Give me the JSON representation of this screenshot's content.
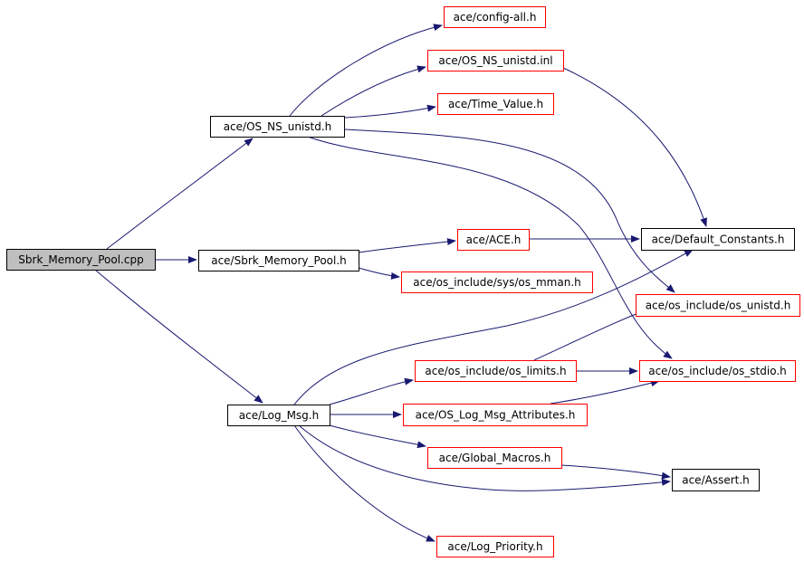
{
  "colors": {
    "edge": "#191970",
    "arrowhead": "#191970",
    "root_fill": "#bfbfbf",
    "documented_border": "#000000",
    "undocumented_border": "#ff0000",
    "node_fill": "#ffffff"
  },
  "nodes": [
    {
      "id": "sbrk_cpp",
      "label": "Sbrk_Memory_Pool.cpp",
      "kind": "root"
    },
    {
      "id": "os_ns_unistd_h",
      "label": "ace/OS_NS_unistd.h",
      "kind": "documented"
    },
    {
      "id": "sbrk_h",
      "label": "ace/Sbrk_Memory_Pool.h",
      "kind": "documented"
    },
    {
      "id": "log_msg_h",
      "label": "ace/Log_Msg.h",
      "kind": "documented"
    },
    {
      "id": "config_all_h",
      "label": "ace/config-all.h",
      "kind": "undocumented"
    },
    {
      "id": "os_ns_unistd_inl",
      "label": "ace/OS_NS_unistd.inl",
      "kind": "undocumented"
    },
    {
      "id": "time_value_h",
      "label": "ace/Time_Value.h",
      "kind": "undocumented"
    },
    {
      "id": "ace_h",
      "label": "ace/ACE.h",
      "kind": "undocumented"
    },
    {
      "id": "os_mman_h",
      "label": "ace/os_include/sys/os_mman.h",
      "kind": "undocumented"
    },
    {
      "id": "default_constants_h",
      "label": "ace/Default_Constants.h",
      "kind": "documented"
    },
    {
      "id": "os_unistd_h",
      "label": "ace/os_include/os_unistd.h",
      "kind": "undocumented"
    },
    {
      "id": "os_limits_h",
      "label": "ace/os_include/os_limits.h",
      "kind": "undocumented"
    },
    {
      "id": "os_stdio_h",
      "label": "ace/os_include/os_stdio.h",
      "kind": "undocumented"
    },
    {
      "id": "os_log_msg_attr_h",
      "label": "ace/OS_Log_Msg_Attributes.h",
      "kind": "undocumented"
    },
    {
      "id": "global_macros_h",
      "label": "ace/Global_Macros.h",
      "kind": "undocumented"
    },
    {
      "id": "assert_h",
      "label": "ace/Assert.h",
      "kind": "documented"
    },
    {
      "id": "log_priority_h",
      "label": "ace/Log_Priority.h",
      "kind": "undocumented"
    }
  ],
  "edges": [
    {
      "from": "sbrk_cpp",
      "to": "os_ns_unistd_h"
    },
    {
      "from": "sbrk_cpp",
      "to": "sbrk_h"
    },
    {
      "from": "sbrk_cpp",
      "to": "log_msg_h"
    },
    {
      "from": "os_ns_unistd_h",
      "to": "config_all_h"
    },
    {
      "from": "os_ns_unistd_h",
      "to": "os_ns_unistd_inl"
    },
    {
      "from": "os_ns_unistd_h",
      "to": "time_value_h"
    },
    {
      "from": "os_ns_unistd_h",
      "to": "os_unistd_h"
    },
    {
      "from": "os_ns_unistd_h",
      "to": "os_stdio_h"
    },
    {
      "from": "os_ns_unistd_inl",
      "to": "default_constants_h"
    },
    {
      "from": "sbrk_h",
      "to": "ace_h"
    },
    {
      "from": "sbrk_h",
      "to": "os_mman_h"
    },
    {
      "from": "ace_h",
      "to": "default_constants_h"
    },
    {
      "from": "log_msg_h",
      "to": "default_constants_h"
    },
    {
      "from": "log_msg_h",
      "to": "os_limits_h"
    },
    {
      "from": "log_msg_h",
      "to": "os_log_msg_attr_h"
    },
    {
      "from": "log_msg_h",
      "to": "global_macros_h"
    },
    {
      "from": "log_msg_h",
      "to": "assert_h"
    },
    {
      "from": "log_msg_h",
      "to": "log_priority_h"
    },
    {
      "from": "os_limits_h",
      "to": "os_unistd_h"
    },
    {
      "from": "os_limits_h",
      "to": "os_stdio_h"
    },
    {
      "from": "os_log_msg_attr_h",
      "to": "os_stdio_h"
    },
    {
      "from": "global_macros_h",
      "to": "assert_h"
    }
  ]
}
